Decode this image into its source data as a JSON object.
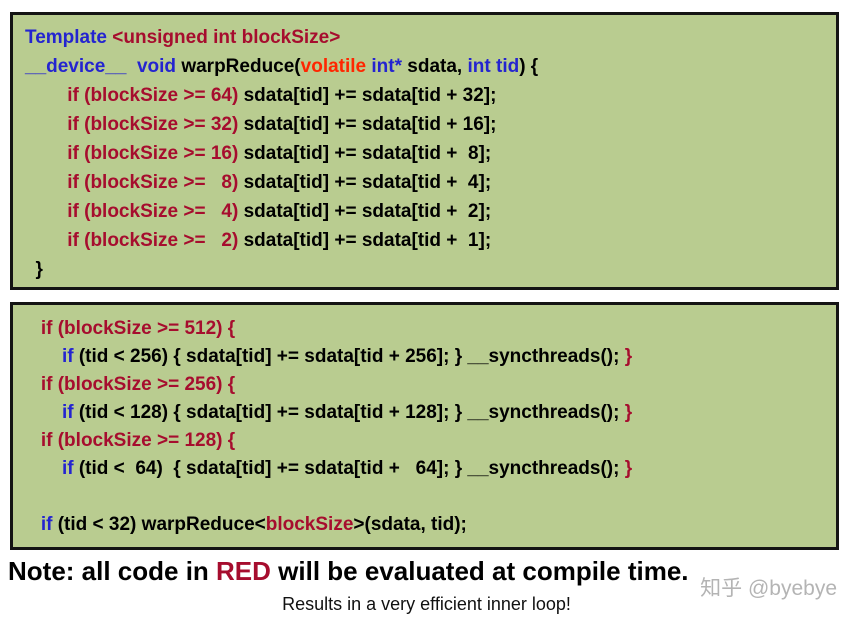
{
  "colors": {
    "keyword_blue": "#2424d0",
    "compile_time_red": "#a60d2e",
    "volatile_red": "#ff2600",
    "code_black": "#000000",
    "box_background": "#b9cc90",
    "box_border": "#141414"
  },
  "box1": {
    "lines": [
      [
        {
          "t": "Template ",
          "c": "blue"
        },
        {
          "t": "<unsigned int blockSize>",
          "c": "darkred"
        }
      ],
      [
        {
          "t": "__device__  void",
          "c": "blue"
        },
        {
          "t": " warpReduce(",
          "c": "black"
        },
        {
          "t": "volatile",
          "c": "red"
        },
        {
          "t": " ",
          "c": "black"
        },
        {
          "t": "int*",
          "c": "blue"
        },
        {
          "t": " sdata, ",
          "c": "black"
        },
        {
          "t": "int tid",
          "c": "blue"
        },
        {
          "t": ") {",
          "c": "black"
        }
      ],
      [
        {
          "t": "        ",
          "c": "black"
        },
        {
          "t": "if (blockSize >= 64)",
          "c": "darkred"
        },
        {
          "t": " sdata[tid] += sdata[tid + 32];",
          "c": "black"
        }
      ],
      [
        {
          "t": "        ",
          "c": "black"
        },
        {
          "t": "if (blockSize >= 32)",
          "c": "darkred"
        },
        {
          "t": " sdata[tid] += sdata[tid + 16];",
          "c": "black"
        }
      ],
      [
        {
          "t": "        ",
          "c": "black"
        },
        {
          "t": "if (blockSize >= 16)",
          "c": "darkred"
        },
        {
          "t": " sdata[tid] += sdata[tid +  8];",
          "c": "black"
        }
      ],
      [
        {
          "t": "        ",
          "c": "black"
        },
        {
          "t": "if (blockSize >=   8)",
          "c": "darkred"
        },
        {
          "t": " sdata[tid] += sdata[tid +  4];",
          "c": "black"
        }
      ],
      [
        {
          "t": "        ",
          "c": "black"
        },
        {
          "t": "if (blockSize >=   4)",
          "c": "darkred"
        },
        {
          "t": " sdata[tid] += sdata[tid +  2];",
          "c": "black"
        }
      ],
      [
        {
          "t": "        ",
          "c": "black"
        },
        {
          "t": "if (blockSize >=   2)",
          "c": "darkred"
        },
        {
          "t": " sdata[tid] += sdata[tid +  1];",
          "c": "black"
        }
      ],
      [
        {
          "t": "  }",
          "c": "black"
        }
      ]
    ]
  },
  "box2": {
    "lines": [
      [
        {
          "t": "   ",
          "c": "black"
        },
        {
          "t": "if (blockSize >= 512) {",
          "c": "darkred"
        }
      ],
      [
        {
          "t": "       ",
          "c": "black"
        },
        {
          "t": "if ",
          "c": "blue"
        },
        {
          "t": "(tid < 256) { sdata[tid] += sdata[tid + 256]; } __syncthreads(); ",
          "c": "black"
        },
        {
          "t": "}",
          "c": "darkred"
        }
      ],
      [
        {
          "t": "   ",
          "c": "black"
        },
        {
          "t": "if (blockSize >= 256) {",
          "c": "darkred"
        }
      ],
      [
        {
          "t": "       ",
          "c": "black"
        },
        {
          "t": "if ",
          "c": "blue"
        },
        {
          "t": "(tid < 128) { sdata[tid] += sdata[tid + 128]; } __syncthreads(); ",
          "c": "black"
        },
        {
          "t": "}",
          "c": "darkred"
        }
      ],
      [
        {
          "t": "   ",
          "c": "black"
        },
        {
          "t": "if (blockSize >= 128) {",
          "c": "darkred"
        }
      ],
      [
        {
          "t": "       ",
          "c": "black"
        },
        {
          "t": "if ",
          "c": "blue"
        },
        {
          "t": "(tid <  64)  { sdata[tid] += sdata[tid +   64]; } __syncthreads(); ",
          "c": "black"
        },
        {
          "t": "}",
          "c": "darkred"
        }
      ],
      [
        {
          "t": " ",
          "c": "black"
        }
      ],
      [
        {
          "t": "   ",
          "c": "black"
        },
        {
          "t": "if ",
          "c": "blue"
        },
        {
          "t": "(tid < 32) warpReduce<",
          "c": "black"
        },
        {
          "t": "blockSize",
          "c": "darkred"
        },
        {
          "t": ">(sdata, tid);",
          "c": "black"
        }
      ]
    ]
  },
  "note": {
    "segments": [
      {
        "t": "Note: all code in ",
        "c": "black"
      },
      {
        "t": "RED",
        "c": "darkred"
      },
      {
        "t": " will be evaluated at compile time.",
        "c": "black"
      }
    ]
  },
  "subnote": "Results in a very efficient inner loop!",
  "watermark": "知乎 @byebye"
}
